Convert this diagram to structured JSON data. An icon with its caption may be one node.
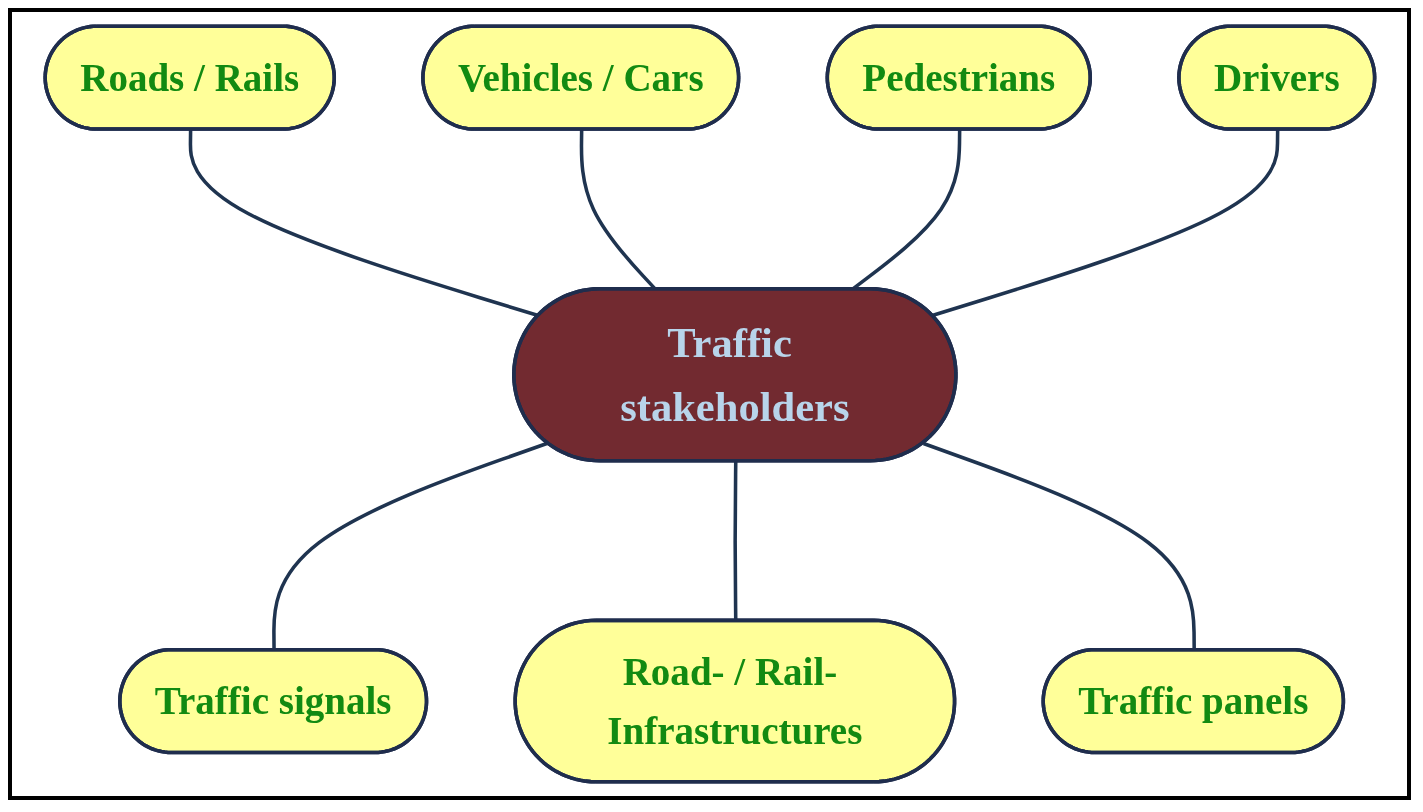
{
  "diagram": {
    "nodes": [
      {
        "text": [
          "Roads / Rails"
        ]
      },
      {
        "text": [
          "Vehicles / Cars"
        ]
      },
      {
        "text": [
          "Pedestrians"
        ]
      },
      {
        "text": [
          "Drivers"
        ]
      },
      {
        "text": [
          "Traffic stakeholders"
        ]
      },
      {
        "text": [
          "Traffic signals"
        ]
      },
      {
        "text": [
          "Road- / Rail- Infrastructures"
        ]
      },
      {
        "text": [
          "Traffic panels"
        ]
      }
    ],
    "edges": [
      {
        "from": 0,
        "to": 4,
        "arrow": "none"
      },
      {
        "from": 1,
        "to": 4,
        "arrow": "none"
      },
      {
        "from": 2,
        "to": 4,
        "arrow": "none"
      },
      {
        "from": 3,
        "to": 4,
        "arrow": "none"
      },
      {
        "from": 4,
        "to": 5,
        "arrow": "none"
      },
      {
        "from": 4,
        "to": 6,
        "arrow": "none"
      },
      {
        "from": 4,
        "to": 7,
        "arrow": "none"
      }
    ]
  }
}
